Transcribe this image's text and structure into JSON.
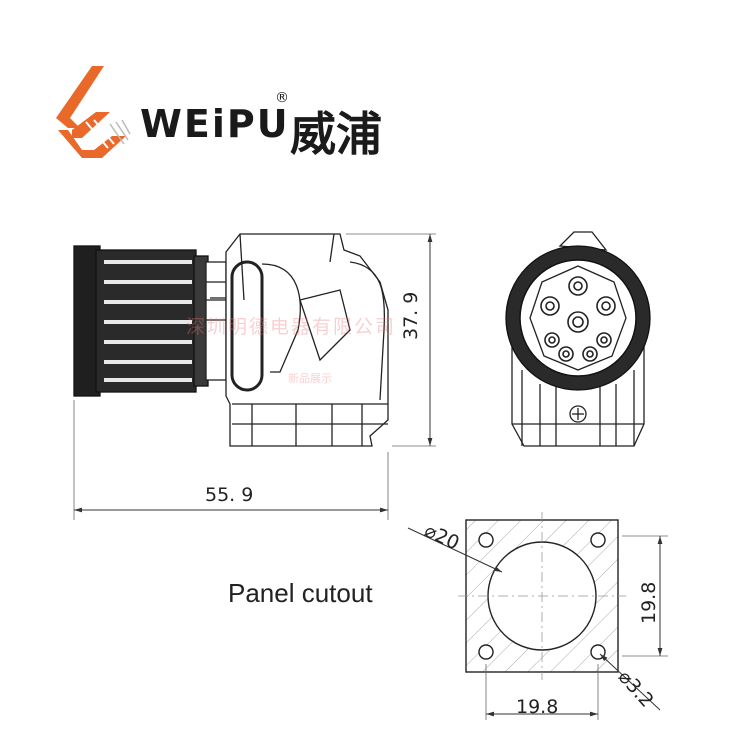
{
  "logo": {
    "brand_text": "WEiPU",
    "registered_mark": "®",
    "chinese_name": "威浦",
    "accent_color": "#e8692a",
    "text_color": "#1a1a1a"
  },
  "watermark": {
    "main_text": "深圳明德电器有限公司",
    "sub_text": "新品展示",
    "color": "#eb7878"
  },
  "side_view": {
    "length_label": "55. 9",
    "height_label": "37. 9"
  },
  "front_view": {},
  "panel_cutout": {
    "caption": "Panel cutout",
    "center_hole_label": "⌀20",
    "width_label": "19.8",
    "height_label": "19.8",
    "mount_hole_label": "⌀3.2"
  }
}
